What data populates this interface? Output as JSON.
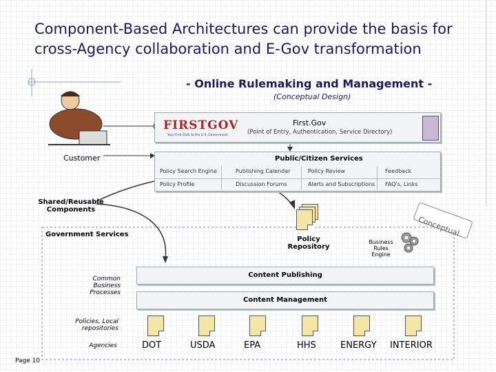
{
  "title": "Component-Based Architectures can provide the basis for cross-Agency collaboration and E-Gov transformation",
  "subtitle": "- Online Rulemaking and Management -",
  "subsub": "(Conceptual Design)",
  "customer_label": "Customer",
  "firstgov": {
    "logo_text": "FIRSTGOV",
    "logo_tagline": "Your First Click to the U.S. Government",
    "title": "First.Gov",
    "description": "(Point of Entry, Authentication, Service Directory)"
  },
  "services": {
    "title": "Public/Citizen Services",
    "row1": [
      "Policy Search Engine",
      "Publishing Calendar",
      "Policy Review",
      "Feedback"
    ],
    "row2": [
      "Policy Profile",
      "Discussion Forums",
      "Alerts and Subscriptions",
      "FAQ's, Links"
    ]
  },
  "shared_label": "Shared/Reusable Components",
  "conceptual_stamp": "Conceptual",
  "gov_services_label": "Government Services",
  "policy_repository": "Policy Repository",
  "business_rules": "Business Rules Engine",
  "common_processes": "Common Business Processes",
  "content_publishing": "Content Publishing",
  "content_management": "Content Management",
  "policies_label": "Policies, Local repositories",
  "agencies_label": "Agencies",
  "agencies": [
    "DOT",
    "USDA",
    "EPA",
    "HHS",
    "ENERGY",
    "INTERIOR"
  ],
  "page_label": "Page 10",
  "colors": {
    "title": "#1a1a5a",
    "doc_fill": "#f4e7a6",
    "logo_red": "#b22222",
    "logo_blue": "#1a2a7a"
  }
}
